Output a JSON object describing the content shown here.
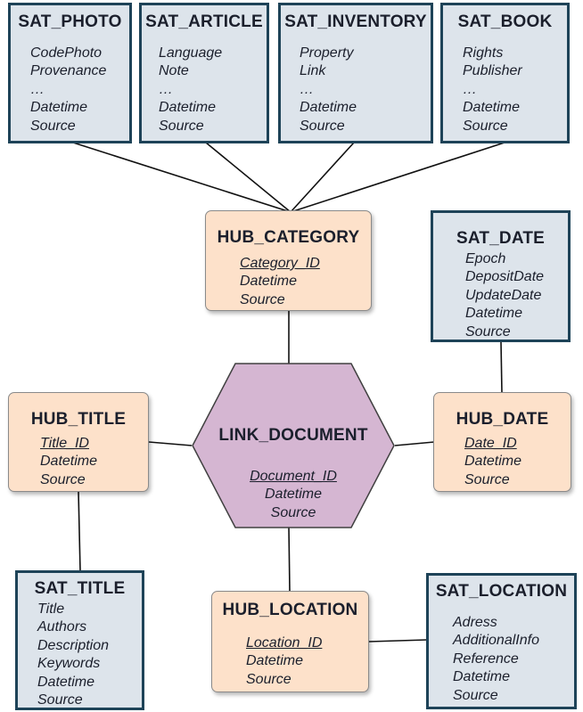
{
  "satellites": {
    "photo": {
      "title": "SAT_PHOTO",
      "attributes": [
        "CodePhoto",
        "Provenance",
        "…",
        "Datetime",
        "Source"
      ]
    },
    "article": {
      "title": "SAT_ARTICLE",
      "attributes": [
        "Language",
        "Note",
        "…",
        "Datetime",
        "Source"
      ]
    },
    "inventory": {
      "title": "SAT_INVENTORY",
      "attributes": [
        "Property",
        "Link",
        "…",
        "Datetime",
        "Source"
      ]
    },
    "book": {
      "title": "SAT_BOOK",
      "attributes": [
        "Rights",
        "Publisher",
        "…",
        "Datetime",
        "Source"
      ]
    },
    "date": {
      "title": "SAT_DATE",
      "attributes": [
        "Epoch",
        "DepositDate",
        "UpdateDate",
        "Datetime",
        "Source"
      ]
    },
    "title": {
      "title": "SAT_TITLE",
      "attributes": [
        "Title",
        "Authors",
        "Description",
        "Keywords",
        "Datetime",
        "Source"
      ]
    },
    "location": {
      "title": "SAT_LOCATION",
      "attributes": [
        "Adress",
        "AdditionalInfo",
        "Reference",
        "Datetime",
        "Source"
      ]
    }
  },
  "hubs": {
    "category": {
      "title": "HUB_CATEGORY",
      "key": "Category_ID",
      "attributes": [
        "Datetime",
        "Source"
      ]
    },
    "title": {
      "title": "HUB_TITLE",
      "key": "Title_ID",
      "attributes": [
        "Datetime",
        "Source"
      ]
    },
    "date": {
      "title": "HUB_DATE",
      "key": "Date_ID",
      "attributes": [
        "Datetime",
        "Source"
      ]
    },
    "location": {
      "title": "HUB_LOCATION",
      "key": "Location_ID",
      "attributes": [
        "Datetime",
        "Source"
      ]
    }
  },
  "link": {
    "title": "LINK_DOCUMENT",
    "key": "Document_ID",
    "attributes": [
      "Datetime",
      "Source"
    ]
  },
  "colors": {
    "satellite_fill": "#dde4eb",
    "satellite_border": "#1e4358",
    "hub_fill": "#fde1ca",
    "link_fill": "#d5b6d2",
    "link_border": "#404040",
    "connector": "#111111"
  }
}
